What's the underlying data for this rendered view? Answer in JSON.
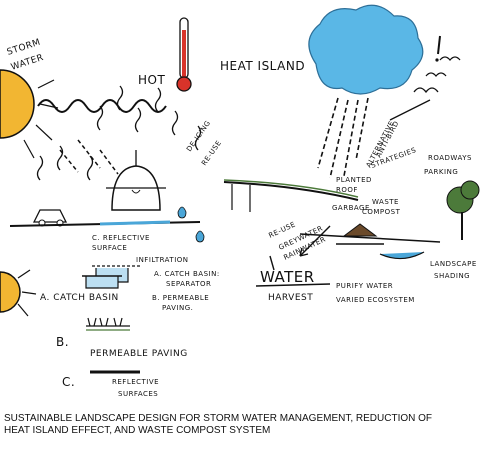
{
  "labels": {
    "storm_water_1": "STORM",
    "storm_water_2": "WATER",
    "hot": "HOT",
    "heat_island": "HEAT ISLAND",
    "de_icing": "DE-ICING",
    "reuse_top": "RE-USE",
    "alternative": "ALTERNATIVE",
    "anti_bird": "ANTI-BIRD",
    "strategies": "STRATEGIES",
    "roadways": "ROADWAYS",
    "parking": "PARKING",
    "planted": "PLANTED",
    "roof": "ROOF",
    "garbage": "GARBAGE",
    "waste": "WASTE",
    "compost": "COMPOST",
    "reuse": "RE-USE",
    "greywater": "GREYWATER",
    "rainwater": "RAINWATER",
    "water": "WATER",
    "harvest": "HARVEST",
    "purify_water": "PURIFY WATER",
    "varied_ecosystem": "VARIED ECOSYSTEM",
    "landscape": "LANDSCAPE",
    "shading": "SHADING",
    "c_reflective_1": "C. REFLECTIVE",
    "c_reflective_2": "SURFACE",
    "infiltration": "INFILTRATION",
    "a_catch_basin_1": "A. CATCH BASIN:",
    "a_catch_basin_2": "SEPARATOR",
    "b_permeable_1": "B. PERMEABLE",
    "b_permeable_2": "PAVING.",
    "legend_a": "A. CATCH BASIN",
    "legend_b_letter": "B.",
    "legend_b_text": "PERMEABLE PAVING",
    "legend_c_letter": "C.",
    "legend_c_text_1": "REFLECTIVE",
    "legend_c_text_2": "SURFACES"
  },
  "caption": {
    "line1": "SUSTAINABLE LANDSCAPE DESIGN FOR STORM WATER MANAGEMENT, REDUCTION OF",
    "line2": "HEAT ISLAND EFFECT, AND WASTE COMPOST SYSTEM"
  },
  "colors": {
    "sun": "#f2b632",
    "thermometer_red": "#d8332a",
    "cloud_blue": "#5ab7e6",
    "water_blue": "#4aa6d8",
    "tree_green": "#4c7a3a",
    "ink": "#111111"
  }
}
